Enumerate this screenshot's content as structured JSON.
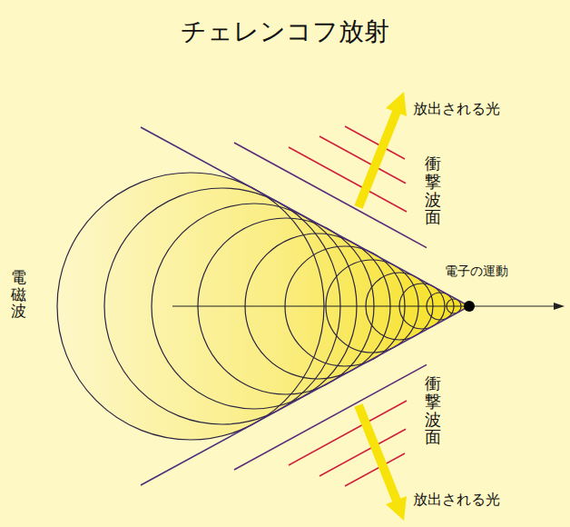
{
  "diagram": {
    "title": "チェレンコフ放射",
    "labels": [
      "放出される光",
      "衝撃波面",
      "電磁波",
      "電子の運動",
      "衝撃波面",
      "放出される光"
    ]
  }
}
